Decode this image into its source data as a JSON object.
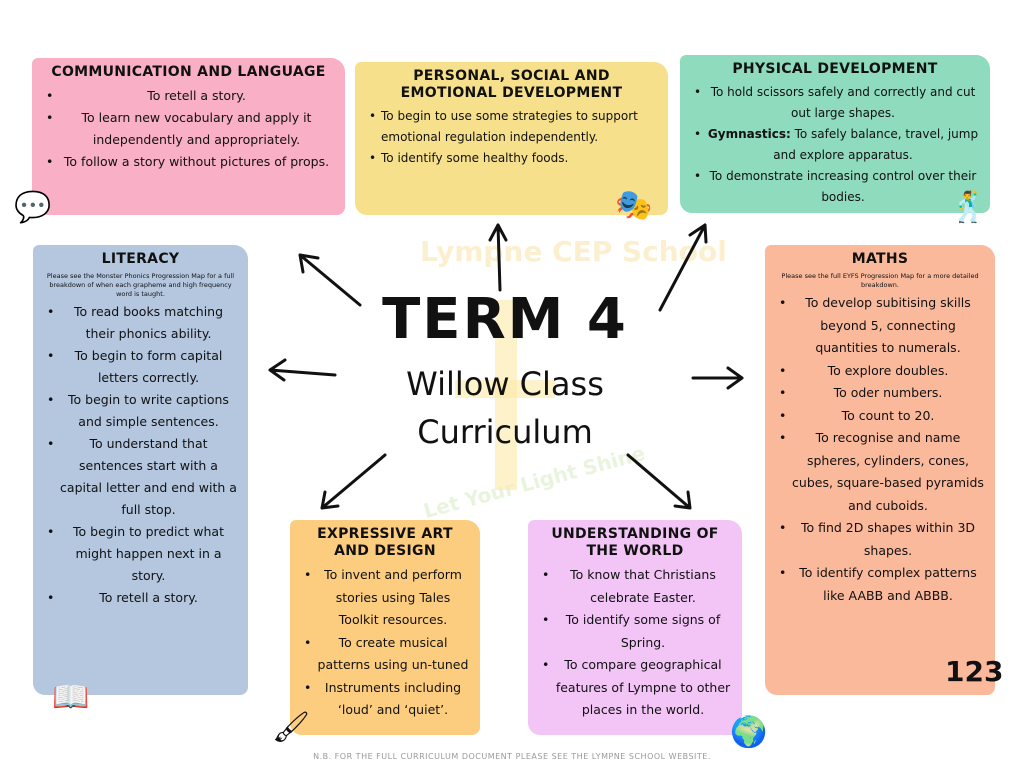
{
  "center": {
    "title": "TERM 4",
    "subtitle1": "Willow Class",
    "subtitle2": "Curriculum",
    "logo_text_top": "Lympne CEP School",
    "logo_text_bottom": "Let Your Light Shine"
  },
  "communication": {
    "title": "COMMUNICATION AND LANGUAGE",
    "items": [
      "To retell a story.",
      "To learn new vocabulary and apply it independently and appropriately.",
      "To follow a story without pictures of props."
    ]
  },
  "psed": {
    "title": "PERSONAL, SOCIAL AND EMOTIONAL DEVELOPMENT",
    "items": [
      "To begin to use some strategies to support emotional regulation independently.",
      "To identify some healthy foods."
    ]
  },
  "physical": {
    "title": "PHYSICAL DEVELOPMENT",
    "items": [
      {
        "bold": "",
        "text": "To hold scissors safely and correctly and cut out large shapes."
      },
      {
        "bold": "Gymnastics:",
        "text": " To safely balance, travel, jump and explore apparatus."
      },
      {
        "bold": "",
        "text": "To demonstrate increasing control over their bodies."
      }
    ]
  },
  "literacy": {
    "title": "LITERACY",
    "note": "Please see the Monster Phonics Progression Map for a full breakdown of when each grapheme and high frequency word is taught.",
    "items": [
      "To read books matching their phonics ability.",
      "To begin to form capital letters correctly.",
      "To begin to write captions and simple sentences.",
      "To understand that sentences start with a capital letter and end with a full stop.",
      "To begin to predict what might happen next in a story.",
      "To retell a story."
    ]
  },
  "maths": {
    "title": "MATHS",
    "note": "Please see the full EYFS Progression Map for a more detailed breakdown.",
    "items": [
      "To develop subitising skills beyond 5, connecting quantities to numerals.",
      "To explore doubles.",
      "To oder numbers.",
      "To count to 20.",
      "To recognise and name spheres, cylinders, cones, cubes, square-based pyramids and cuboids.",
      "To find 2D shapes within 3D shapes.",
      "To identify  complex patterns like AABB and ABBB."
    ],
    "icon_text": "123"
  },
  "expressive": {
    "title": "EXPRESSIVE ART AND DESIGN",
    "items": [
      "To invent and perform stories using Tales Toolkit resources.",
      "To create musical patterns using un-tuned",
      "Instruments including ‘loud’ and ‘quiet’."
    ]
  },
  "world": {
    "title": "UNDERSTANDING OF THE WORLD",
    "items": [
      "To know that Christians celebrate Easter.",
      "To identify some signs of Spring.",
      "To compare geographical features of Lympne to other places in the world."
    ]
  },
  "footer": "N.B. FOR THE FULL CURRICULUM DOCUMENT PLEASE SEE THE LYMPNE SCHOOL WEBSITE."
}
